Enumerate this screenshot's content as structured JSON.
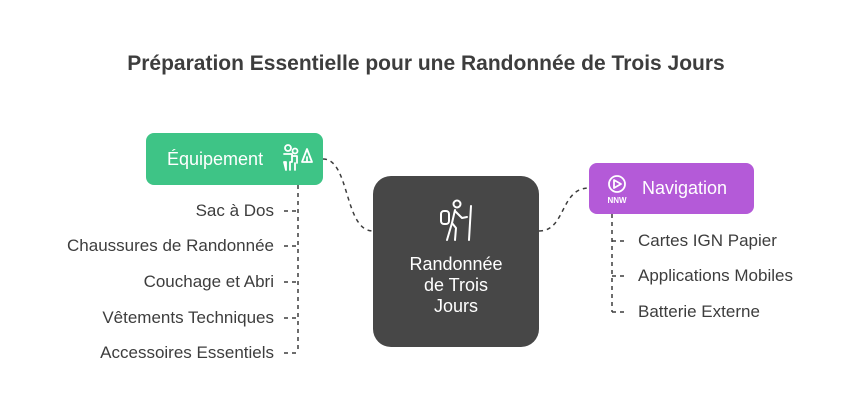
{
  "title": "Préparation Essentielle pour une Randonnée de Trois Jours",
  "center": {
    "label": "Randonnée\nde Trois\nJours",
    "icon": "hiker-icon"
  },
  "branches": [
    {
      "label": "Équipement",
      "icon": "hikers-tent-icon",
      "color": "#3ec486",
      "items": [
        "Sac à Dos",
        "Chaussures de Randonnée",
        "Couchage et Abri",
        "Vêtements Techniques",
        "Accessoires Essentiels"
      ]
    },
    {
      "label": "Navigation",
      "icon": "compass-icon",
      "color": "#b45ad8",
      "items": [
        "Cartes IGN Papier",
        "Applications Mobiles",
        "Batterie Externe"
      ]
    }
  ]
}
